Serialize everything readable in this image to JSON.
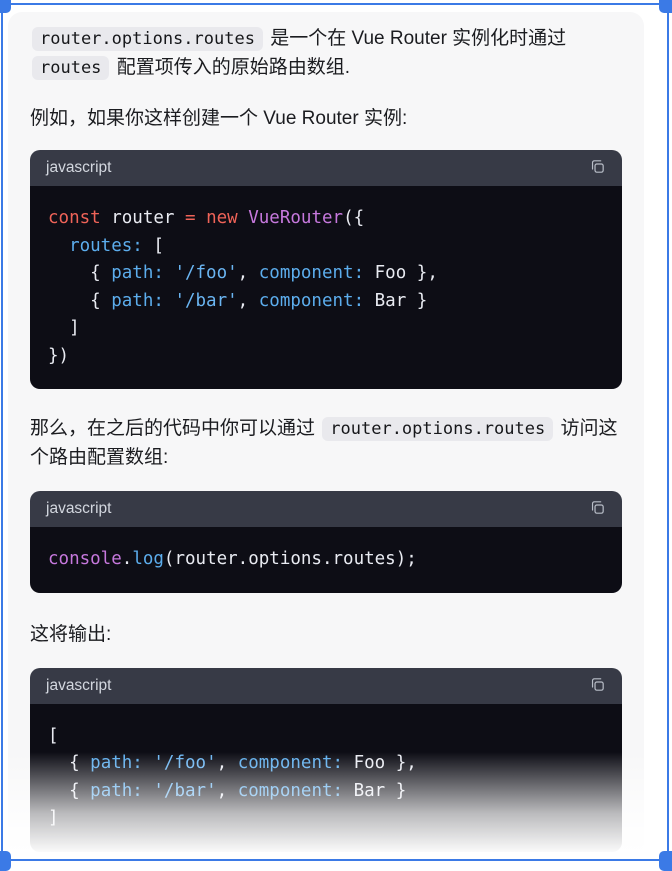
{
  "colors": {
    "selection_blue": "#3b7ae6",
    "card_bg": "#f7f7f8",
    "code_header_bg": "#373a46",
    "code_body_bg": "#0d0d15",
    "syntax_keyword": "#ef6358",
    "syntax_class": "#c678dd",
    "syntax_property": "#5caded",
    "syntax_string": "#6ab5f2",
    "inline_code_bg": "#e9e9ed",
    "text_color": "#1b1c20"
  },
  "message": {
    "paragraphs": [
      {
        "segments": [
          {
            "type": "code",
            "text": "router.options.routes"
          },
          {
            "type": "text",
            "text": " 是一个在 Vue Router 实例化时通过 "
          },
          {
            "type": "code",
            "text": "routes"
          },
          {
            "type": "text",
            "text": " 配置项传入的原始路由数组."
          }
        ]
      },
      {
        "segments": [
          {
            "type": "text",
            "text": "例如，如果你这样创建一个 Vue Router 实例:"
          }
        ]
      },
      {
        "segments": [
          {
            "type": "text",
            "text": "那么，在之后的代码中你可以通过 "
          },
          {
            "type": "code",
            "text": "router.options.routes"
          },
          {
            "type": "text",
            "text": " 访问这个路由配置数组:"
          }
        ]
      },
      {
        "segments": [
          {
            "type": "text",
            "text": "这将输出:"
          }
        ]
      }
    ],
    "code_blocks": [
      {
        "language": "javascript",
        "copy_icon": "copy-icon",
        "lines": [
          [
            {
              "t": "kw",
              "s": "const"
            },
            {
              "t": "pl",
              "s": " router "
            },
            {
              "t": "kw",
              "s": "="
            },
            {
              "t": "pl",
              "s": " "
            },
            {
              "t": "kw",
              "s": "new"
            },
            {
              "t": "pl",
              "s": " "
            },
            {
              "t": "cls",
              "s": "VueRouter"
            },
            {
              "t": "pl",
              "s": "({"
            }
          ],
          [
            {
              "t": "pl",
              "s": "  "
            },
            {
              "t": "attr",
              "s": "routes:"
            },
            {
              "t": "pl",
              "s": " ["
            }
          ],
          [
            {
              "t": "pl",
              "s": "    { "
            },
            {
              "t": "attr",
              "s": "path:"
            },
            {
              "t": "pl",
              "s": " "
            },
            {
              "t": "str",
              "s": "'/foo'"
            },
            {
              "t": "pl",
              "s": ", "
            },
            {
              "t": "attr",
              "s": "component:"
            },
            {
              "t": "pl",
              "s": " Foo },"
            }
          ],
          [
            {
              "t": "pl",
              "s": "    { "
            },
            {
              "t": "attr",
              "s": "path:"
            },
            {
              "t": "pl",
              "s": " "
            },
            {
              "t": "str",
              "s": "'/bar'"
            },
            {
              "t": "pl",
              "s": ", "
            },
            {
              "t": "attr",
              "s": "component:"
            },
            {
              "t": "pl",
              "s": " Bar }"
            }
          ],
          [
            {
              "t": "pl",
              "s": "  ]"
            }
          ],
          [
            {
              "t": "pl",
              "s": "})"
            }
          ]
        ]
      },
      {
        "language": "javascript",
        "copy_icon": "copy-icon",
        "lines": [
          [
            {
              "t": "cls",
              "s": "console"
            },
            {
              "t": "pl",
              "s": "."
            },
            {
              "t": "attr",
              "s": "log"
            },
            {
              "t": "pl",
              "s": "(router.options.routes);"
            }
          ]
        ]
      },
      {
        "language": "javascript",
        "copy_icon": "copy-icon",
        "lines": [
          [
            {
              "t": "pl",
              "s": "["
            }
          ],
          [
            {
              "t": "pl",
              "s": "  { "
            },
            {
              "t": "attr",
              "s": "path:"
            },
            {
              "t": "pl",
              "s": " "
            },
            {
              "t": "str",
              "s": "'/foo'"
            },
            {
              "t": "pl",
              "s": ", "
            },
            {
              "t": "attr",
              "s": "component:"
            },
            {
              "t": "pl",
              "s": " Foo },"
            }
          ],
          [
            {
              "t": "pl",
              "s": "  { "
            },
            {
              "t": "attr",
              "s": "path:"
            },
            {
              "t": "pl",
              "s": " "
            },
            {
              "t": "str",
              "s": "'/bar'"
            },
            {
              "t": "pl",
              "s": ", "
            },
            {
              "t": "attr",
              "s": "component:"
            },
            {
              "t": "pl",
              "s": " Bar }"
            }
          ],
          [
            {
              "t": "pl",
              "s": "]"
            }
          ]
        ]
      }
    ]
  }
}
